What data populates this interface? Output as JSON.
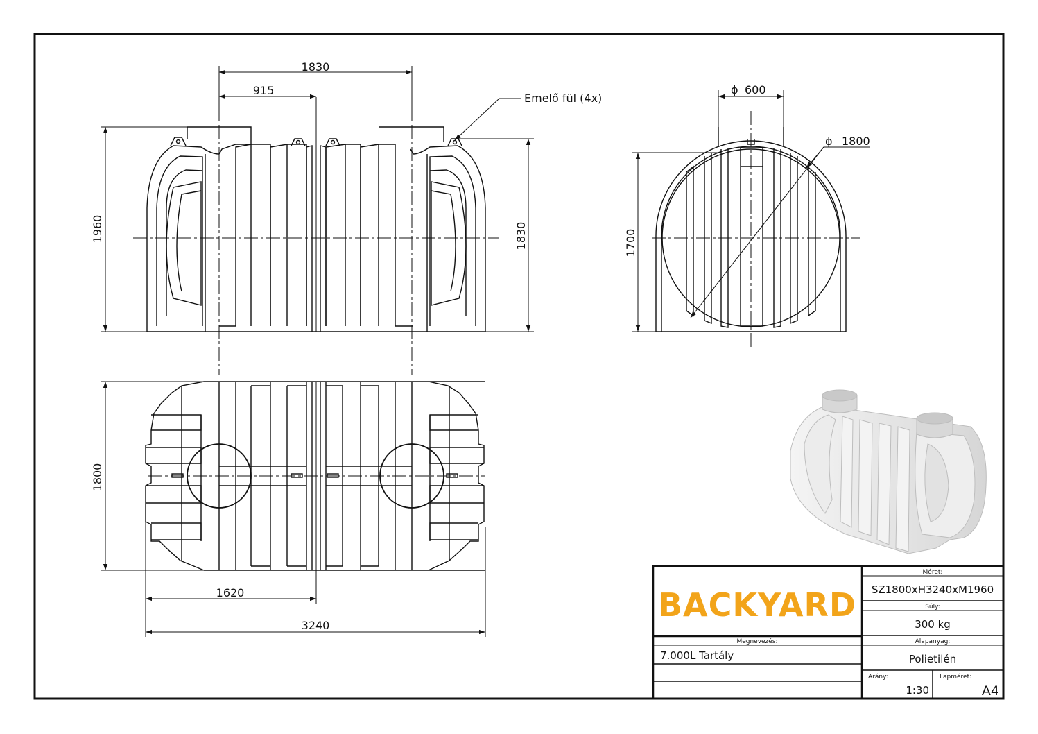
{
  "dimensions": {
    "top_width": "1830",
    "half_width": "915",
    "lift_note": "Emelő fül (4x)",
    "total_height": "1960",
    "body_height": "1830",
    "opening_diameter": "600",
    "tank_diameter": "1800",
    "side_height": "1700",
    "plan_width": "1800",
    "half_length": "1620",
    "total_length": "3240",
    "diameter_symbol": "ϕ"
  },
  "title_block": {
    "logo": "BACKYARD",
    "size_label": "Méret:",
    "size_value": "SZ1800xH3240xM1960",
    "weight_label": "Súly:",
    "weight_value": "300 kg",
    "name_label": "Megnevezés:",
    "name_value": "7.000L Tartály",
    "material_label": "Alapanyag:",
    "material_value": "Polietilén",
    "scale_label": "Arány:",
    "scale_value": "1:30",
    "sheet_label": "Lapméret:",
    "sheet_value": "A4"
  },
  "colors": {
    "logo": "#f2a41a",
    "line": "#111111",
    "render_shade": "#dcdcdc"
  }
}
